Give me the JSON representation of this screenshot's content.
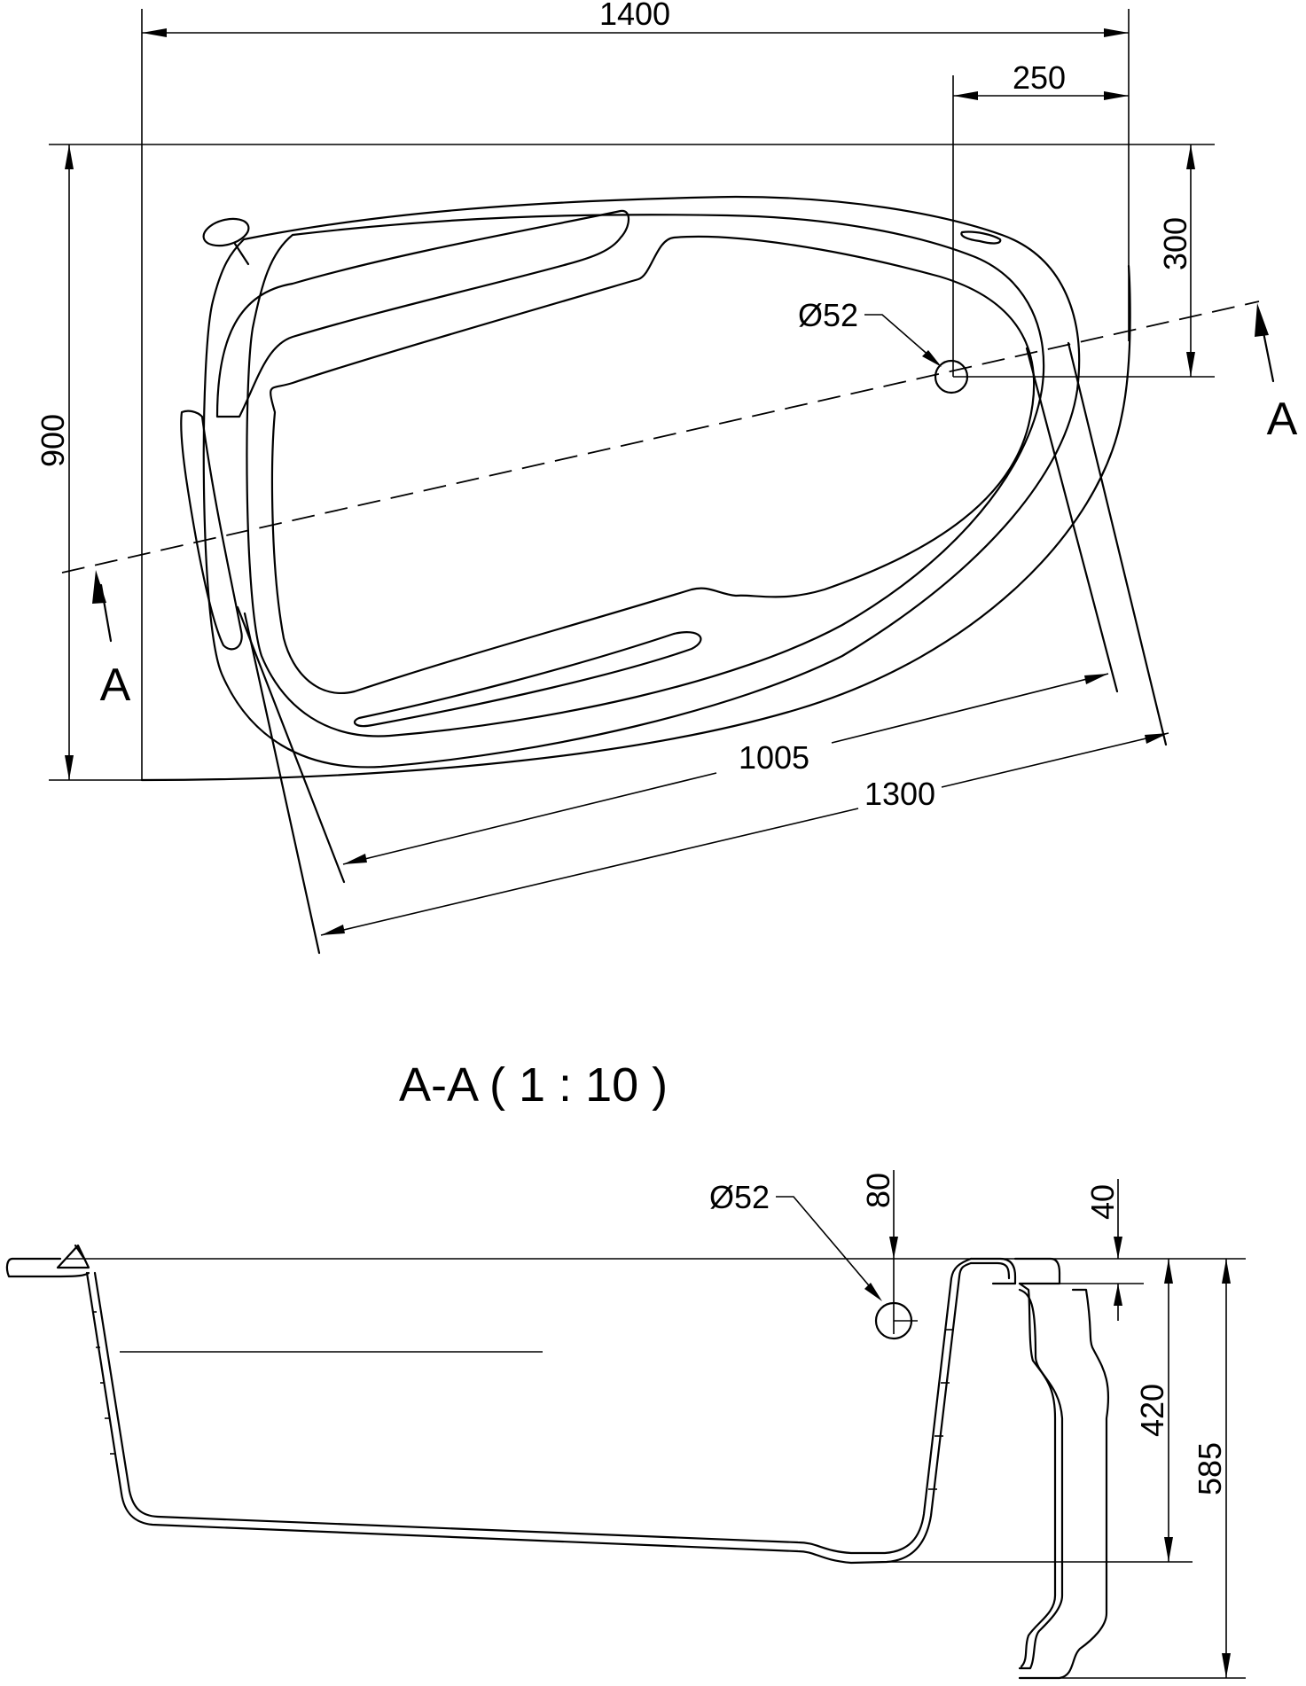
{
  "plan": {
    "dims": {
      "overall_length": "1400",
      "drain_offset_x": "250",
      "drain_offset_y": "300",
      "overall_width": "900",
      "inner_length": "1005",
      "rim_length": "1300"
    },
    "drain_label": "Ø52",
    "section_mark_left": "A",
    "section_mark_right": "A"
  },
  "section": {
    "title": "A-A  ( 1 : 10 )",
    "drain_label": "Ø52",
    "dims": {
      "drain_height": "80",
      "rim_step": "40",
      "inner_depth": "420",
      "total_height": "585"
    }
  }
}
